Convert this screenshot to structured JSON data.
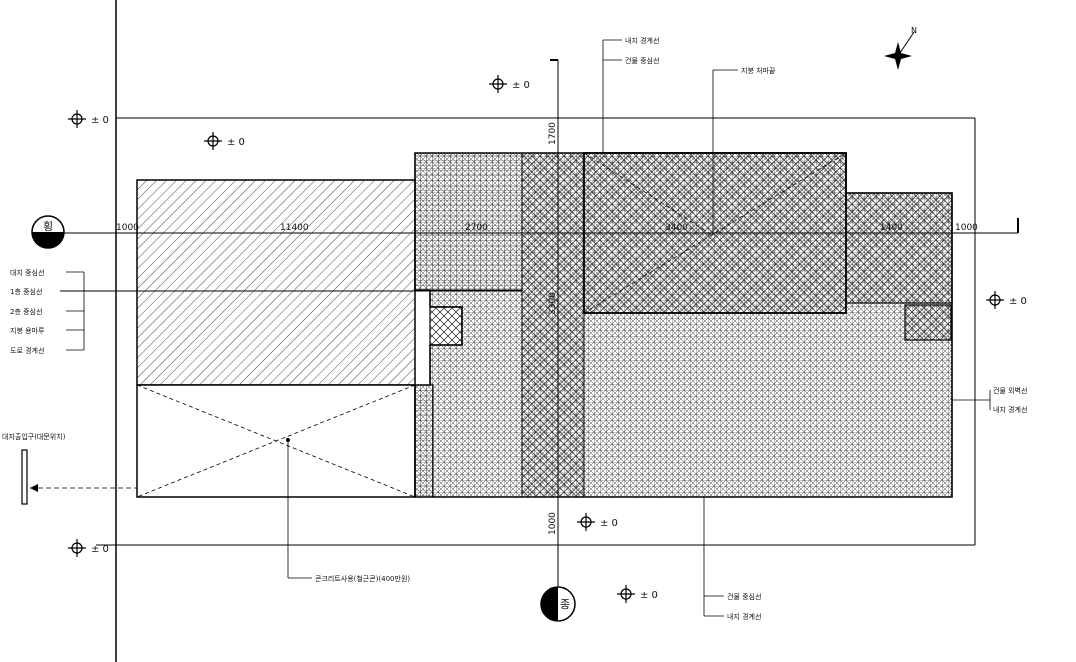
{
  "compass": {
    "north_label": "N"
  },
  "section_markers": [
    {
      "text": "횡",
      "description": "side section marker"
    },
    {
      "text": "종",
      "description": "bottom section marker"
    }
  ],
  "dimensions": {
    "top_left_end": "1000",
    "top_main": "11400",
    "top_mid1": "2700",
    "top_mid2": "3400",
    "top_mid3": "1400",
    "top_right_end": "1000",
    "vertical_top": "1700",
    "vertical_mid": "3300",
    "vertical_bottom": "1000"
  },
  "levels": [
    "± 0",
    "± 0",
    "± 0",
    "± 0",
    "± 0",
    "± 0",
    "± 0"
  ],
  "callouts": {
    "top_1": "내지 경계선",
    "top_2": "건물 중심선",
    "top_3": "지붕 처마끝",
    "left": [
      "대지 중심선",
      "1층 중심선",
      "2층 중심선",
      "지붕 용마루",
      "도로 경계선"
    ],
    "left_bottom": "대지출입구(대문위치)",
    "right": [
      "건물 외벽선",
      "내지 경계선"
    ],
    "bottom_center": "콘크리트사용(철근콘)(400만원)",
    "bottom_right": [
      "건물 중심선",
      "내지 경계선"
    ]
  }
}
